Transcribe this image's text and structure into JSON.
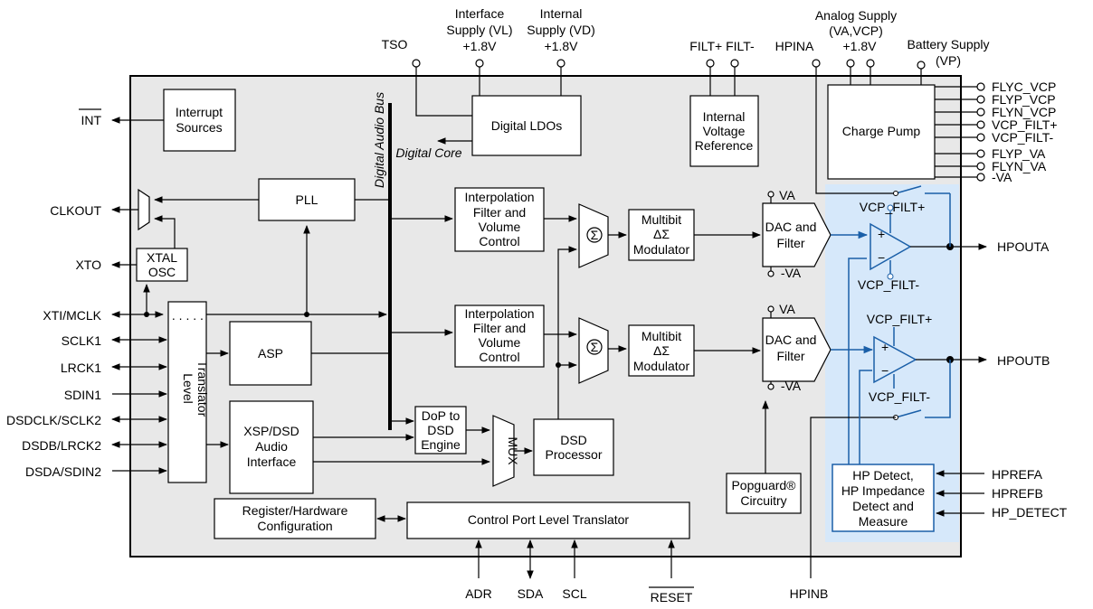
{
  "blocks": {
    "interrupt": [
      "Interrupt",
      "Sources"
    ],
    "digital_ldos": "Digital LDOs",
    "digital_core": "Digital Core",
    "digital_audio_bus": "Digital Audio Bus",
    "internal_vref": [
      "Internal",
      "Voltage",
      "Reference"
    ],
    "charge_pump": "Charge Pump",
    "pll": "PLL",
    "xtal_osc": [
      "XTAL",
      "OSC"
    ],
    "interp_a": [
      "Interpolation",
      "Filter and",
      "Volume",
      "Control"
    ],
    "interp_b": [
      "Interpolation",
      "Filter and",
      "Volume",
      "Control"
    ],
    "mod_a": [
      "Multibit",
      "ΔΣ",
      "Modulator"
    ],
    "mod_b": [
      "Multibit",
      "ΔΣ",
      "Modulator"
    ],
    "dac_a": [
      "DAC and",
      "Filter"
    ],
    "dac_b": [
      "DAC and",
      "Filter"
    ],
    "asp": "ASP",
    "level_translator": [
      "Level",
      "Translator"
    ],
    "xsp_dsd": [
      "XSP/DSD",
      "Audio",
      "Interface"
    ],
    "dop": [
      "DoP to",
      "DSD",
      "Engine"
    ],
    "mux": "MUX",
    "dsd_proc": [
      "DSD",
      "Processor"
    ],
    "reg_hw": [
      "Register/Hardware",
      "Configuration"
    ],
    "ctrl_port": "Control Port Level Translator",
    "popguard": [
      "Popguard®",
      "Circuitry"
    ],
    "hp_detect": [
      "HP Detect,",
      "HP Impedance",
      "Detect and",
      "Measure"
    ],
    "sigma": "Σ"
  },
  "supplies": {
    "tso": "TSO",
    "vl": [
      "Interface",
      "Supply (VL)",
      "+1.8V"
    ],
    "vd": [
      "Internal",
      "Supply (VD)",
      "+1.8V"
    ],
    "filt": "FILT+ FILT-",
    "hpina": "HPINA",
    "va": [
      "Analog Supply",
      "(VA,VCP)",
      "+1.8V"
    ],
    "vp": [
      "Battery Supply",
      "(VP)"
    ]
  },
  "left_pins": [
    "INT",
    "CLKOUT",
    "XTO",
    "XTI/MCLK",
    "SCLK1",
    "LRCK1",
    "SDIN1",
    "DSDCLK/SCLK2",
    "DSDB/LRCK2",
    "DSDA/SDIN2"
  ],
  "right_pins": [
    "FLYC_VCP",
    "FLYP_VCP",
    "FLYN_VCP",
    "VCP_FILT+",
    "VCP_FILT-",
    "FLYP_VA",
    "FLYN_VA",
    "-VA"
  ],
  "outputs": {
    "hpouta": "HPOUTA",
    "hpoutb": "HPOUTB"
  },
  "amp_labels": {
    "va": "VA",
    "neg_va": "-VA",
    "plus": "+",
    "minus": "−",
    "vcp_filt_plus": "VCP_FILT+",
    "vcp_filt_minus": "VCP_FILT-"
  },
  "hp_pins": [
    "HPREFA",
    "HPREFB",
    "HP_DETECT"
  ],
  "bottom_pins": {
    "adr": "ADR",
    "sda": "SDA",
    "scl": "SCL",
    "reset": "RESET",
    "hpinb": "HPINB"
  },
  "colors": {
    "chip_fill": "#e8e8e8",
    "hp_region": "#d6e8fa",
    "amp_blue": "#1a5fa8"
  }
}
